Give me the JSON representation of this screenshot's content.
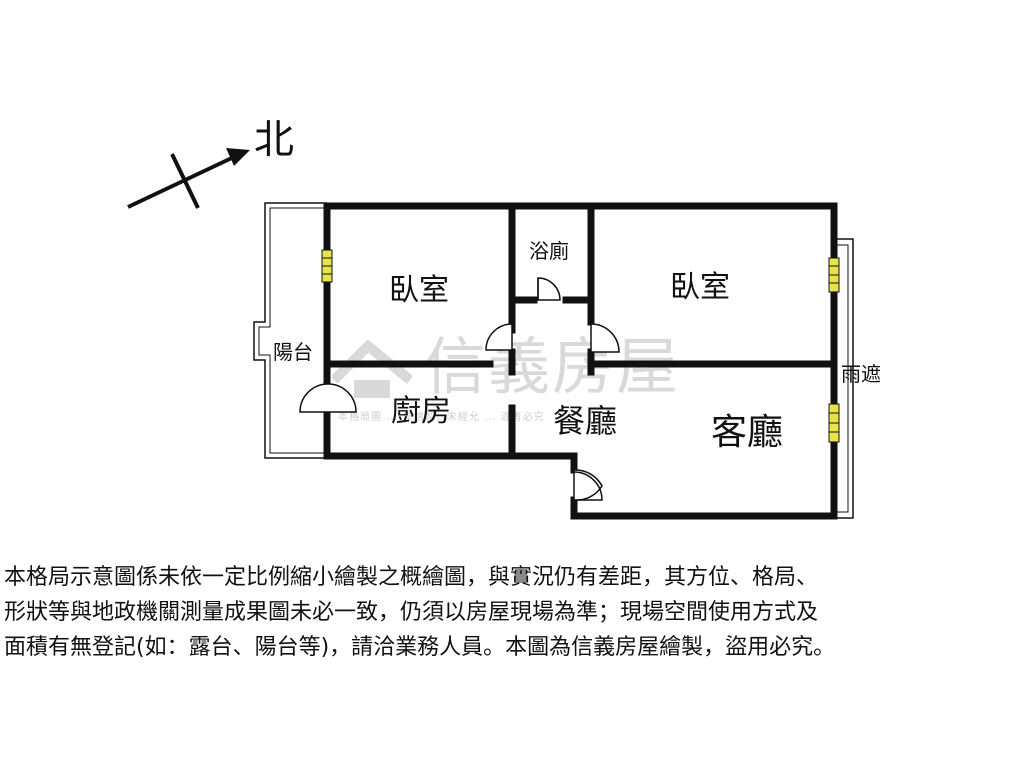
{
  "compass": {
    "label": "北"
  },
  "rooms": {
    "bedroom_left": "臥室",
    "bedroom_right": "臥室",
    "bathroom": "浴廁",
    "balcony": "陽台",
    "kitchen": "廚房",
    "dining": "餐廳",
    "living": "客廳",
    "awning": "雨遮"
  },
  "watermark": {
    "brand": "信義房屋",
    "subtext": "本格局圖 ... 屋繪製，未經允 ... 違者必究"
  },
  "disclaimer": {
    "line1": "本格局示意圖係未依一定比例縮小繪製之概繪圖，與實況仍有差距，其方位、格局、",
    "line2": "形狀等與地政機關測量成果圖未必一致，仍須以房屋現場為準；現場空間使用方式及",
    "line3": "面積有無登記(如：露台、陽台等)，請洽業務人員。本圖為信義房屋繪製，盜用必究。"
  },
  "colors": {
    "wall": "#111111",
    "window_fill": "#e8e34a",
    "watermark": "#d9d9d9"
  }
}
